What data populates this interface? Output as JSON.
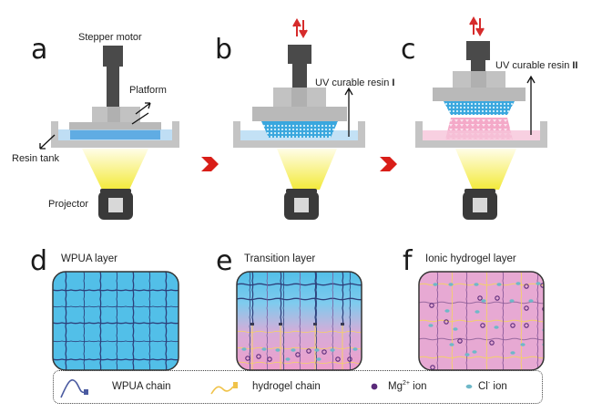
{
  "figure": {
    "panels": [
      {
        "id": "a",
        "letter": "a",
        "stage": "printer-setup",
        "resin": "blue"
      },
      {
        "id": "b",
        "letter": "b",
        "stage": "printing-resin-I",
        "resin": "blue"
      },
      {
        "id": "c",
        "letter": "c",
        "stage": "printing-resin-II",
        "resin": "pink"
      },
      {
        "id": "d",
        "letter": "d",
        "title": "WPUA layer"
      },
      {
        "id": "e",
        "letter": "e",
        "title": "Transition layer"
      },
      {
        "id": "f",
        "letter": "f",
        "title": "Ionic hydrogel layer"
      }
    ],
    "labels": {
      "stepper_motor": "Stepper motor",
      "platform": "Platform",
      "resin_tank": "Resin tank",
      "projector": "Projector",
      "resin_I_prefix": "UV curable resin ",
      "resin_I_numeral": "I",
      "resin_II_prefix": "UV curable resin ",
      "resin_II_numeral": "II"
    },
    "legend": {
      "items": [
        {
          "name": "wpua-chain",
          "label": "WPUA chain"
        },
        {
          "name": "hydrogel-chain",
          "label": "hydrogel chain"
        },
        {
          "name": "mg-ion",
          "label_base": "Mg",
          "label_sup": "2+",
          "label_suffix": " ion"
        },
        {
          "name": "cl-ion",
          "label_base": "Cl",
          "label_sup": "-",
          "label_suffix": " ion"
        }
      ]
    },
    "colors": {
      "motor": "#4a4a4a",
      "platform": "#b9b9b9",
      "tank": "#c4c4c4",
      "resin_blue": "#4fa3df",
      "resin_pink": "#f2b6d0",
      "light": "#f5ef6a",
      "step_arrow": "#d91e18",
      "move_arrow": "#d62b2b",
      "wpua_fill": "#52bfe8",
      "wpua_chain": "#2d3f7a",
      "hydrogel_fill": "#e7a9d3",
      "hydrogel_chain": "#f3cf6b",
      "mg_ion": "#5a2a7a",
      "cl_ion": "#6fb8c8"
    }
  }
}
